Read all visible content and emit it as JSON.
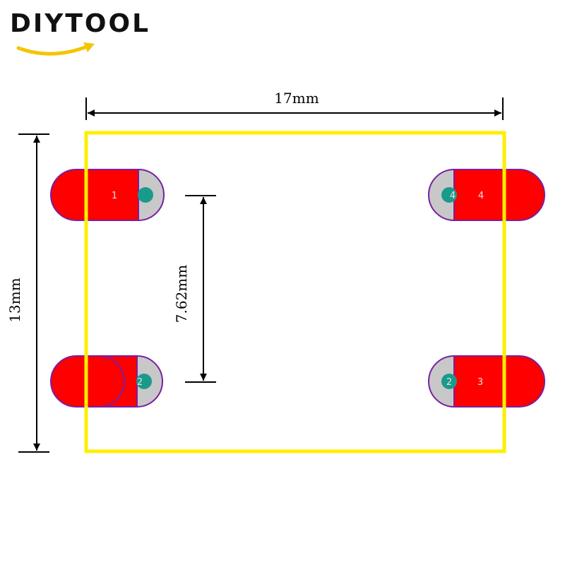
{
  "logo": {
    "text": "DIYTOOL",
    "swoosh_color": "#f5c400"
  },
  "dimensions": {
    "width_label": "17mm",
    "height_label": "13mm",
    "pitch_label": "7.62mm"
  },
  "pads": [
    {
      "id": "pad-1",
      "label": "1",
      "drill_label": ""
    },
    {
      "id": "pad-2",
      "label": "",
      "drill_label": "2"
    },
    {
      "id": "pad-3",
      "label": "3",
      "drill_label": "2"
    },
    {
      "id": "pad-4",
      "label": "4",
      "drill_label": "4"
    }
  ],
  "colors": {
    "outline": "#ffee00",
    "pad": "#ff0000",
    "pad_edge": "#7a1fa0",
    "drill_ring": "#c8c8c8",
    "drill_hole": "#1a9a8a"
  }
}
